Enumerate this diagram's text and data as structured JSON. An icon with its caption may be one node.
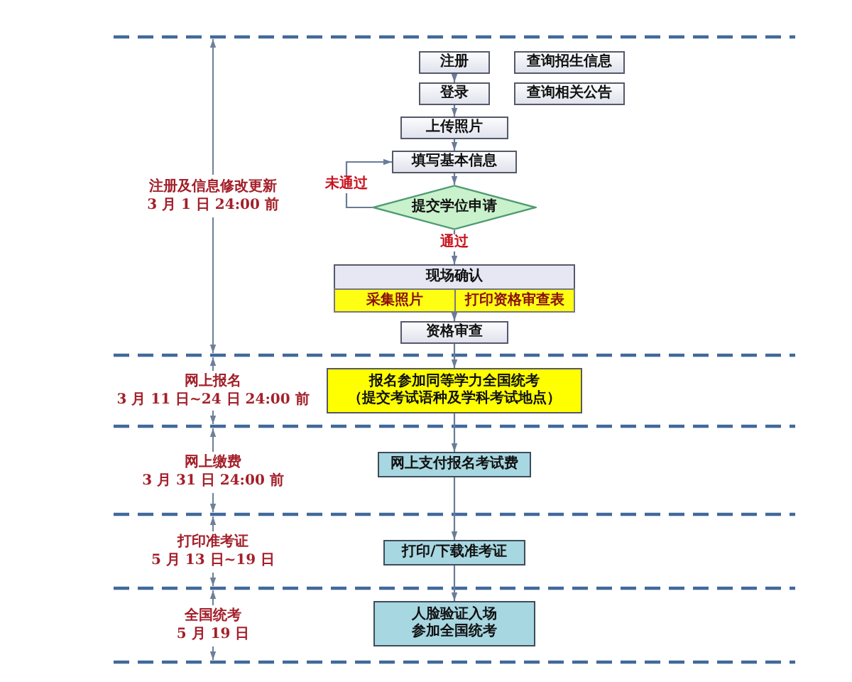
{
  "diagram": {
    "nodes": [
      {
        "text": [
          "注册"
        ]
      },
      {
        "text": [
          "查询招生信息"
        ]
      },
      {
        "text": [
          "登录"
        ]
      },
      {
        "text": [
          "查询相关公告"
        ]
      },
      {
        "text": [
          "上传照片"
        ]
      },
      {
        "text": [
          "填写基本信息"
        ]
      },
      {
        "text": [
          "提交学位申请"
        ]
      },
      {
        "text": [
          "现场确认"
        ]
      },
      {
        "text": [
          "采集照片"
        ],
        "in": 7
      },
      {
        "text": [
          "打印资格审查表"
        ],
        "in": 7
      },
      {
        "text": [
          "资格审查"
        ]
      },
      {
        "text": [
          "报名参加同等学力全国统考",
          "（提交考试语种及学科考试地点）"
        ]
      },
      {
        "text": [
          "网上支付报名考试费"
        ]
      },
      {
        "text": [
          "打印/下载准考证"
        ]
      },
      {
        "text": [
          "人脸验证入场",
          "参加全国统考"
        ]
      }
    ],
    "edges": [
      {
        "from": 0,
        "to": 2,
        "arrow": "to"
      },
      {
        "from": 2,
        "to": 4,
        "arrow": "to"
      },
      {
        "from": 4,
        "to": 5,
        "arrow": "to"
      },
      {
        "from": 5,
        "to": 6,
        "arrow": "to"
      },
      {
        "from": 6,
        "to": 5,
        "arrow": "to",
        "label": "未通过"
      },
      {
        "from": 6,
        "to": 7,
        "arrow": "to",
        "label": "通过"
      },
      {
        "from": 7,
        "to": 10,
        "arrow": "to"
      },
      {
        "from": 10,
        "to": 11,
        "arrow": "to"
      },
      {
        "from": 11,
        "to": 12,
        "arrow": "to"
      },
      {
        "from": 12,
        "to": 13,
        "arrow": "to"
      },
      {
        "from": 13,
        "to": 14,
        "arrow": "to"
      }
    ],
    "labels": [
      "注册及信息修改更新",
      "3 月 1 日 24:00 前",
      "网上报名",
      "3 月 11 日~24 日 24:00 前",
      "网上缴费",
      "3 月 31 日 24:00 前",
      "打印准考证",
      "5 月 13 日~19 日",
      "全国统考",
      "5 月 19 日"
    ]
  }
}
